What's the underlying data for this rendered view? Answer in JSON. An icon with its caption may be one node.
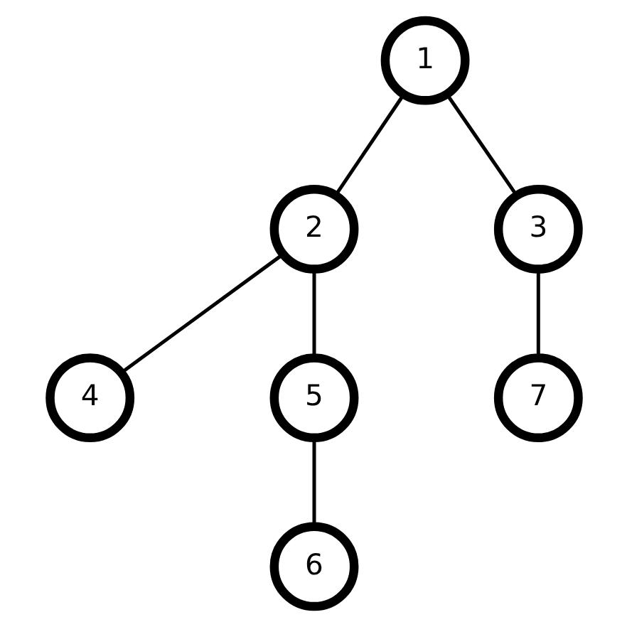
{
  "diagram": {
    "nodes": [
      {
        "text": [
          "1"
        ]
      },
      {
        "text": [
          "2"
        ]
      },
      {
        "text": [
          "3"
        ]
      },
      {
        "text": [
          "4"
        ]
      },
      {
        "text": [
          "5"
        ]
      },
      {
        "text": [
          "7"
        ]
      },
      {
        "text": [
          "6"
        ]
      }
    ],
    "edges": [
      {
        "from": 0,
        "to": 1,
        "arrow": "none"
      },
      {
        "from": 0,
        "to": 2,
        "arrow": "none"
      },
      {
        "from": 1,
        "to": 3,
        "arrow": "none"
      },
      {
        "from": 1,
        "to": 4,
        "arrow": "none"
      },
      {
        "from": 2,
        "to": 5,
        "arrow": "none"
      },
      {
        "from": 4,
        "to": 6,
        "arrow": "none"
      }
    ]
  }
}
